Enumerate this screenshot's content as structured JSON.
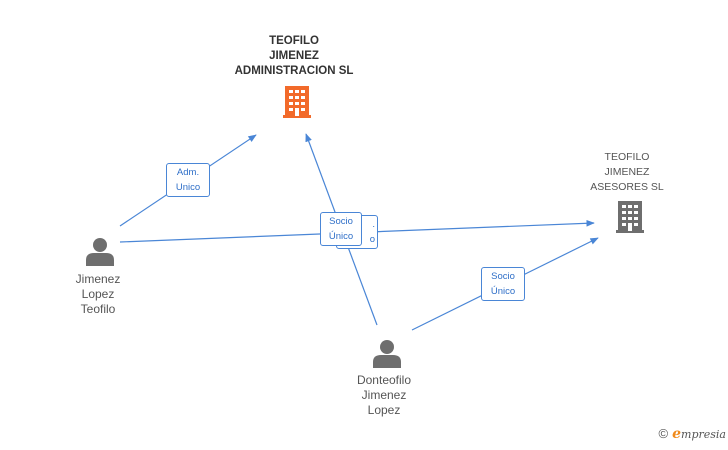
{
  "colors": {
    "accent_company": "#f26a2a",
    "building_gray": "#6e6e6e",
    "person_gray": "#6e6e6e",
    "edge_blue": "#4a86d6"
  },
  "nodes": {
    "main_company": {
      "lines": [
        "TEOFILO",
        "JIMENEZ",
        "ADMINISTRACION SL"
      ],
      "icon": "building-icon"
    },
    "second_company": {
      "lines": [
        "TEOFILO",
        "JIMENEZ",
        "ASESORES SL"
      ],
      "icon": "building-icon"
    },
    "person_left": {
      "lines": [
        "Jimenez",
        "Lopez",
        "Teofilo"
      ],
      "icon": "person-icon"
    },
    "person_bottom": {
      "lines": [
        "Donteofilo",
        "Jimenez",
        "Lopez"
      ],
      "icon": "person-icon"
    }
  },
  "edges": {
    "adm_unico": {
      "lines": [
        "Adm.",
        "Unico"
      ]
    },
    "socio_unico_center": {
      "lines": [
        "Socio",
        "Único"
      ]
    },
    "socio_unico_back": {
      "lines": [
        ".",
        "o"
      ]
    },
    "socio_unico_right": {
      "lines": [
        "Socio",
        "Único"
      ]
    }
  },
  "footer": {
    "copyright": "©",
    "brand_initial": "e",
    "brand_rest": "mpresia"
  }
}
